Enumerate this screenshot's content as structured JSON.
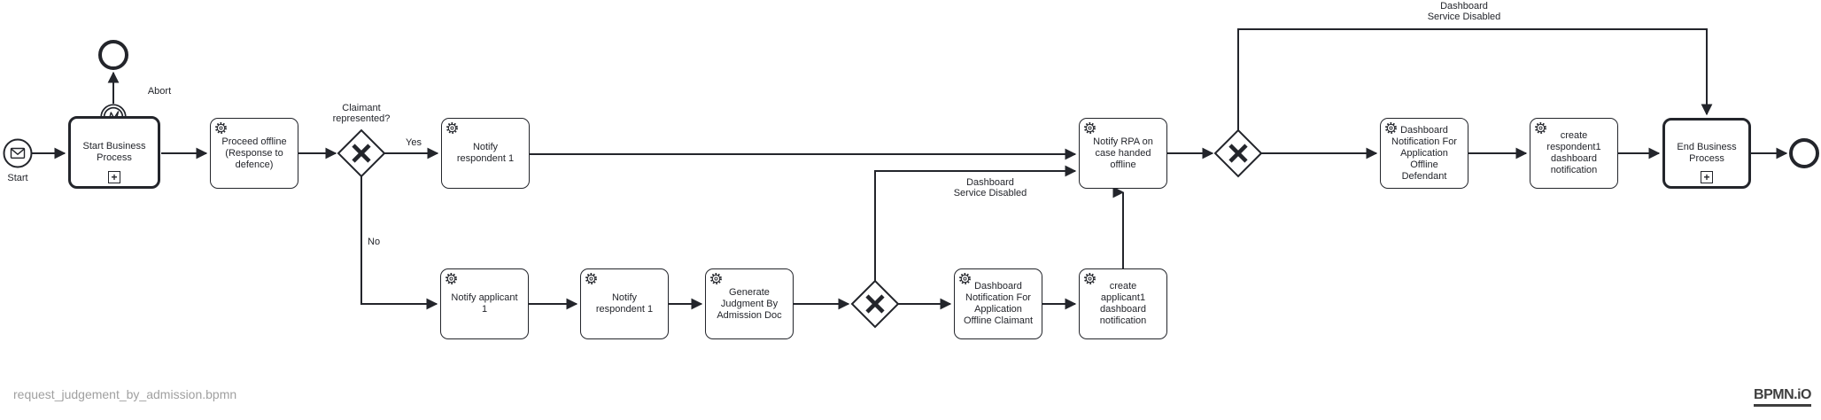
{
  "watermark": {
    "file_name": "request_judgement_by_admission.bpmn",
    "logo_text": "BPMN.iO"
  },
  "colors": {
    "stroke": "#23252b",
    "background": "#ffffff",
    "file_name_text": "#a0a0a0",
    "logo_text": "#3f3f3f"
  },
  "icons": {
    "service_task": "gear-icon",
    "start_event": "envelope-icon",
    "boundary_event": "error-lightning-icon",
    "call_activity_marker": "plus-subprocess-icon",
    "gateway_marker": "x-exclusive-icon"
  },
  "nodes": {
    "start_event": {
      "label": "Start",
      "type": "message start event"
    },
    "abort_end_event": {
      "label": "Abort",
      "type": "end event"
    },
    "start_business_process": {
      "label": "Start Business\nProcess",
      "type": "call activity"
    },
    "boundary_error_event": {
      "label": "",
      "type": "error boundary event"
    },
    "proceed_offline": {
      "label": "Proceed offline\n(Response to\ndefence)",
      "type": "service task"
    },
    "gateway_claimant": {
      "label": "Claimant\nrepresented?",
      "type": "exclusive gateway"
    },
    "notify_respondent_1_top": {
      "label": "Notify\nrespondent 1",
      "type": "service task"
    },
    "notify_applicant_1": {
      "label": "Notify applicant\n1",
      "type": "service task"
    },
    "notify_respondent_1_bottom": {
      "label": "Notify\nrespondent 1",
      "type": "service task"
    },
    "generate_judgment": {
      "label": "Generate\nJudgment By\nAdmission Doc",
      "type": "service task"
    },
    "gateway_dashboard_claimant": {
      "label": "",
      "type": "exclusive gateway"
    },
    "dashboard_notification_claimant": {
      "label": "Dashboard\nNotification For\nApplication\nOffline Claimant",
      "type": "service task"
    },
    "create_applicant1_notification": {
      "label": "create\napplicant1\ndashboard\nnotification",
      "type": "service task"
    },
    "notify_rpa": {
      "label": "Notify RPA on\ncase handed\noffline",
      "type": "service task"
    },
    "gateway_dashboard_defendant": {
      "label": "",
      "type": "exclusive gateway"
    },
    "dashboard_notification_defendant": {
      "label": "Dashboard\nNotification For\nApplication\nOffline\nDefendant",
      "type": "service task"
    },
    "create_respondent1_notification": {
      "label": "create\nrespondent1\ndashboard\nnotification",
      "type": "service task"
    },
    "end_business_process": {
      "label": "End Business\nProcess",
      "type": "call activity"
    },
    "end_event": {
      "label": "",
      "type": "end event"
    }
  },
  "edge_labels": {
    "yes": "Yes",
    "no": "No",
    "dashboard_service_disabled_mid": "Dashboard\nService Disabled",
    "dashboard_service_disabled_top": "Dashboard\nService Disabled"
  }
}
